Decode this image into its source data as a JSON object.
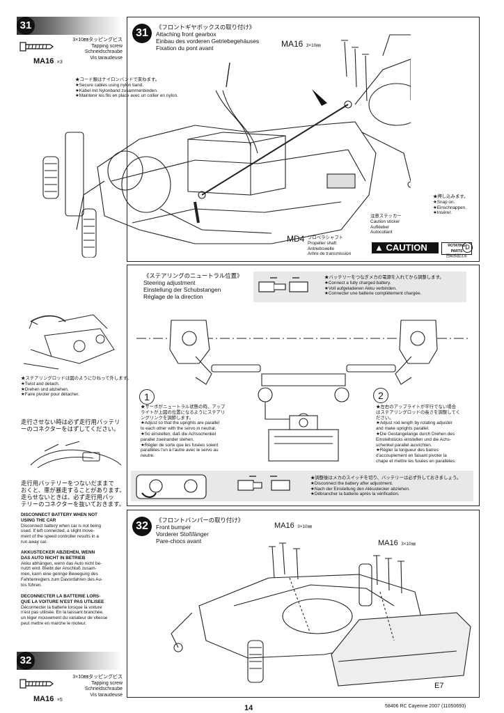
{
  "left": {
    "step31": {
      "number": "31",
      "screw_jp": "3×10㎜タッピングビス",
      "screw_en": "Tapping screw",
      "screw_de": "Schneidschraube",
      "screw_fr": "Vis taraudeuse",
      "screw_code": "MA16",
      "screw_qty": "×3"
    },
    "twist_note": [
      "★ステアリングロッドは図のようにひねって外します。",
      "★Twist and detach.",
      "★Drehen und abziehen.",
      "★Faire pivoter pour détacher."
    ],
    "warn_jp1": [
      "走行させない時は必ず走行用バッテリ",
      "ーのコネクターをはずしてください。"
    ],
    "warn_jp2": [
      "走行用バッテリーをつないだままで",
      "おくと、車が暴走することがあります。",
      "走らせないときは、必ず走行用バッ",
      "テリーのコネクターを抜いておきます。"
    ],
    "disconnect_title": [
      "DISCONNECT BATTERY WHEN NOT",
      "USING THE CAR"
    ],
    "disconnect_body": [
      "Disconnect battery when car is not being",
      "used. If left connected, a slight move-",
      "ment of the speed controller results in a",
      "run away car."
    ],
    "akku_title": [
      "AKKUSTECKER ABZIEHEN, WENN",
      "DAS AUTO NICHT IN BETRIEB"
    ],
    "akku_body": [
      "Akku abhängen, wenn das Auto nicht be-",
      "nutzt wird. Bleibt der Anschluß zusam-",
      "men, kann eine geringe Bewegung des",
      "Fahrtenreglers zum Davonfahren des Au-",
      "tos führen."
    ],
    "fr_title": [
      "DECONNECTER LA BATTERIE LORS-",
      "QUE LA VOITURE N'EST PAS UTILISEE"
    ],
    "fr_body": [
      "Déconnecter la batterie lorsque la voiture",
      "n'est pas utilisée. En la laissant branchée,",
      "un léger mouvement du variateur de vitesse",
      "peut mettre en marche le moteur."
    ],
    "step32": {
      "number": "32",
      "screw_jp": "3×10㎜タッピングビス",
      "screw_en": "Tapping screw",
      "screw_de": "Schneidschraube",
      "screw_fr": "Vis taraudeuse",
      "screw_code": "MA16",
      "screw_qty": "×5"
    }
  },
  "step31": {
    "number": "31",
    "title_jp": "《フロントギヤボックスの取り付け》",
    "title_en": "Attaching front gearbox",
    "title_de": "Einbau des vorderen Getriebegehäuses",
    "title_fr": "Fixation du pont avant",
    "screw_callout": "MA16",
    "screw_size": "3×10㎜",
    "cable_note": [
      "★コード類はナイロンバンドで束ねます。",
      "★Secure cables using nylon band.",
      "★Kabel mit Nylonband zusammenbinden.",
      "★Maintenir les fils en place avec un collier en nylon."
    ],
    "snap_note": [
      "★押し込みます。",
      "★Snap on.",
      "★Einschnappen.",
      "★Insérer."
    ],
    "sticker_note": [
      "注意ステッカー",
      "Caution sticker",
      "Aufkleber",
      "Autocollant"
    ],
    "md4_code": "MD4",
    "md4_note": [
      "プロペラシャフト",
      "Propeller shaft",
      "Antriebswelle",
      "Arbre de transmission"
    ],
    "caution_text": "CAUTION",
    "rotating_text": [
      "ROTATING PARTS",
      "回転部品注意"
    ],
    "d_label": "D"
  },
  "steering": {
    "title_jp": "《ステアリングのニュートラル位置》",
    "title_en": "Steering adjustment",
    "title_de": "Einstellung der Schubstangen",
    "title_fr": "Réglage de la direction",
    "battery_note": [
      "★バッテリーをつなぎメカの電源を入れてから調整します。",
      "★Connect a fully charged battery.",
      "★Voll aufgeladenen Akku verbinden.",
      "★Connecter une batterie complètement chargée."
    ],
    "step1": "1",
    "step2": "2",
    "note1": [
      "★サーボがニュートラル状態の時、アップ",
      "ライトが上図の位置になるようにステアリ",
      "ングリンクを調節します。",
      "★Adjust so that the uprights are parallel",
      "to each other with the servo in neutral.",
      "★So einstellen, daß die Achsschenkel",
      "parallel zueinander stehen.",
      "★Régler de sorte que les fusées soient",
      "parallèles l'un à l'autre avec le servo au",
      "neutre."
    ],
    "note2": [
      "★左右のアップライトが平行でない場合",
      "はステアリングロッドの長さを調整してく",
      "ださい。",
      "★Adjust rod length by rotating adjuster",
      "and make uprights parallel.",
      "★Die Gestangelange durch Drehen des",
      "Einstellstücks einstellen und die Achs-",
      "schenkel parallel ausrichten.",
      "★Régler la longueur des barres",
      "d'accouplement en faisant pivoter la",
      "chape et mettre les fusées en parallèles."
    ],
    "disconnect_note": [
      "★調整後はメカのスイッチを切り、バッテリーは必ず外しておきましょう。",
      "★Disconnect the battery after adjustment.",
      "★Nach der Einstellung den Akkustecker abziehen.",
      "★Débrancher la batterie après la vérification."
    ]
  },
  "step32": {
    "number": "32",
    "title_jp": "《フロントバンパーの取り付け》",
    "title_en": "Front bumper",
    "title_de": "Vorderer Stoßfänger",
    "title_fr": "Pare-chocs avant",
    "screw_callout_a": "MA16",
    "screw_size_a": "3×10㎜",
    "screw_callout_b": "MA16",
    "screw_size_b": "3×10㎜",
    "part_label": "E7"
  },
  "footer": {
    "page": "14",
    "doc": "58406 RC Cayenne 2007 (11050693)"
  }
}
